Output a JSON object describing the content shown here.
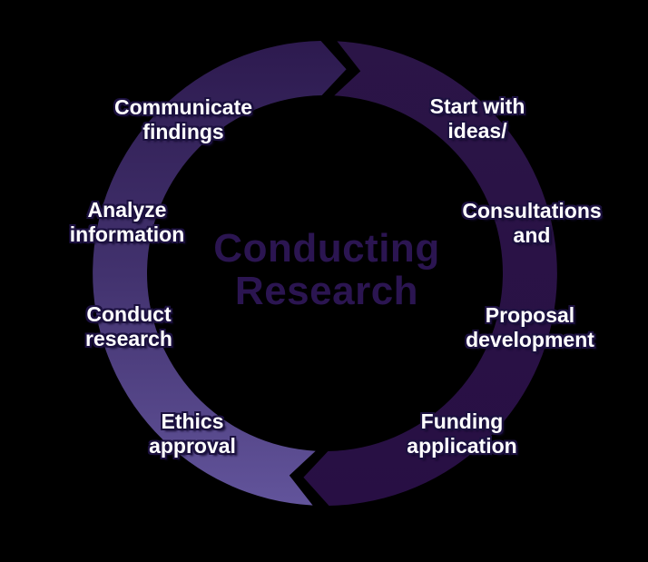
{
  "diagram": {
    "type": "cycle-diagram",
    "direction": "clockwise",
    "center": {
      "title": "Conducting\nResearch"
    },
    "labels": [
      {
        "id": "communicate-findings",
        "text": "Communicate\nfindings"
      },
      {
        "id": "start-with-ideas",
        "text": "Start with\nideas/"
      },
      {
        "id": "analyze-information",
        "text": "Analyze\ninformation"
      },
      {
        "id": "consultations-and",
        "text": "Consultations\nand"
      },
      {
        "id": "conduct-research",
        "text": "Conduct\nresearch"
      },
      {
        "id": "proposal-development",
        "text": "Proposal\ndevelopment"
      },
      {
        "id": "ethics-approval",
        "text": "Ethics\napproval"
      },
      {
        "id": "funding-application",
        "text": "Funding\napplication"
      }
    ],
    "colors": {
      "background": "#000000",
      "ring_dark": "#2a1244",
      "ring_light_top": "#2d1a4f",
      "ring_light_mid": "#42326e",
      "ring_light_bottom": "#62549b",
      "title_text": "#2b1551",
      "label_text": "#ffffff",
      "label_outline": "#1c1140"
    }
  }
}
